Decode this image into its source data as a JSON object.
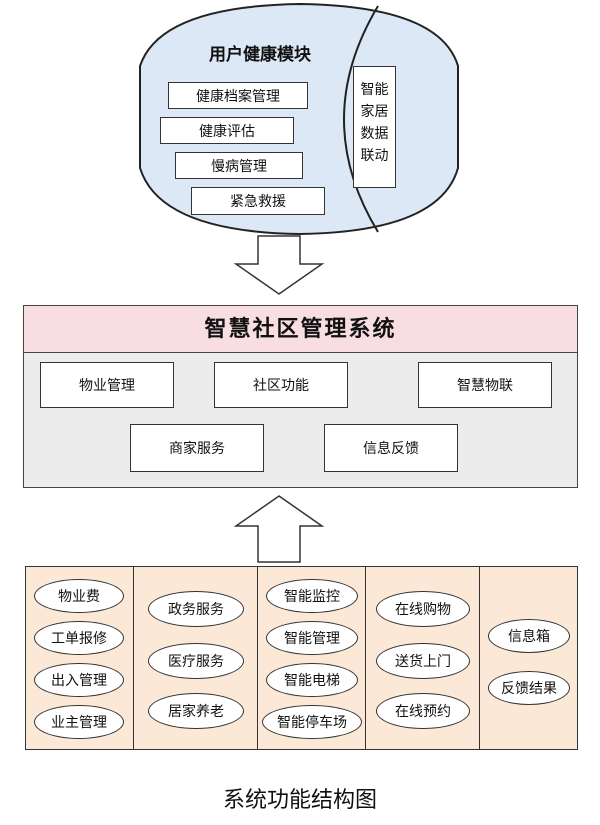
{
  "user_module": {
    "title": "用户健康模块",
    "items": [
      "健康档案管理",
      "健康评估",
      "慢病管理",
      "紧急救援"
    ],
    "side": [
      "智能",
      "家居",
      "数据",
      "联动"
    ]
  },
  "system": {
    "title": "智慧社区管理系统",
    "functions": [
      "物业管理",
      "社区功能",
      "智慧物联",
      "商家服务",
      "信息反馈"
    ]
  },
  "services": {
    "col1": [
      "物业费",
      "工单报修",
      "出入管理",
      "业主管理"
    ],
    "col2": [
      "政务服务",
      "医疗服务",
      "居家养老"
    ],
    "col3": [
      "智能监控",
      "智能管理",
      "智能电梯",
      "智能停车场"
    ],
    "col4": [
      "在线购物",
      "送货上门",
      "在线预约"
    ],
    "col5": [
      "信息箱",
      "反馈结果"
    ]
  },
  "caption": "系统功能结构图",
  "colors": {
    "module_fill": "#dce8f5",
    "header_fill": "#f8dde2",
    "body_fill": "#ececec",
    "bottom_fill": "#fbe8d6"
  }
}
